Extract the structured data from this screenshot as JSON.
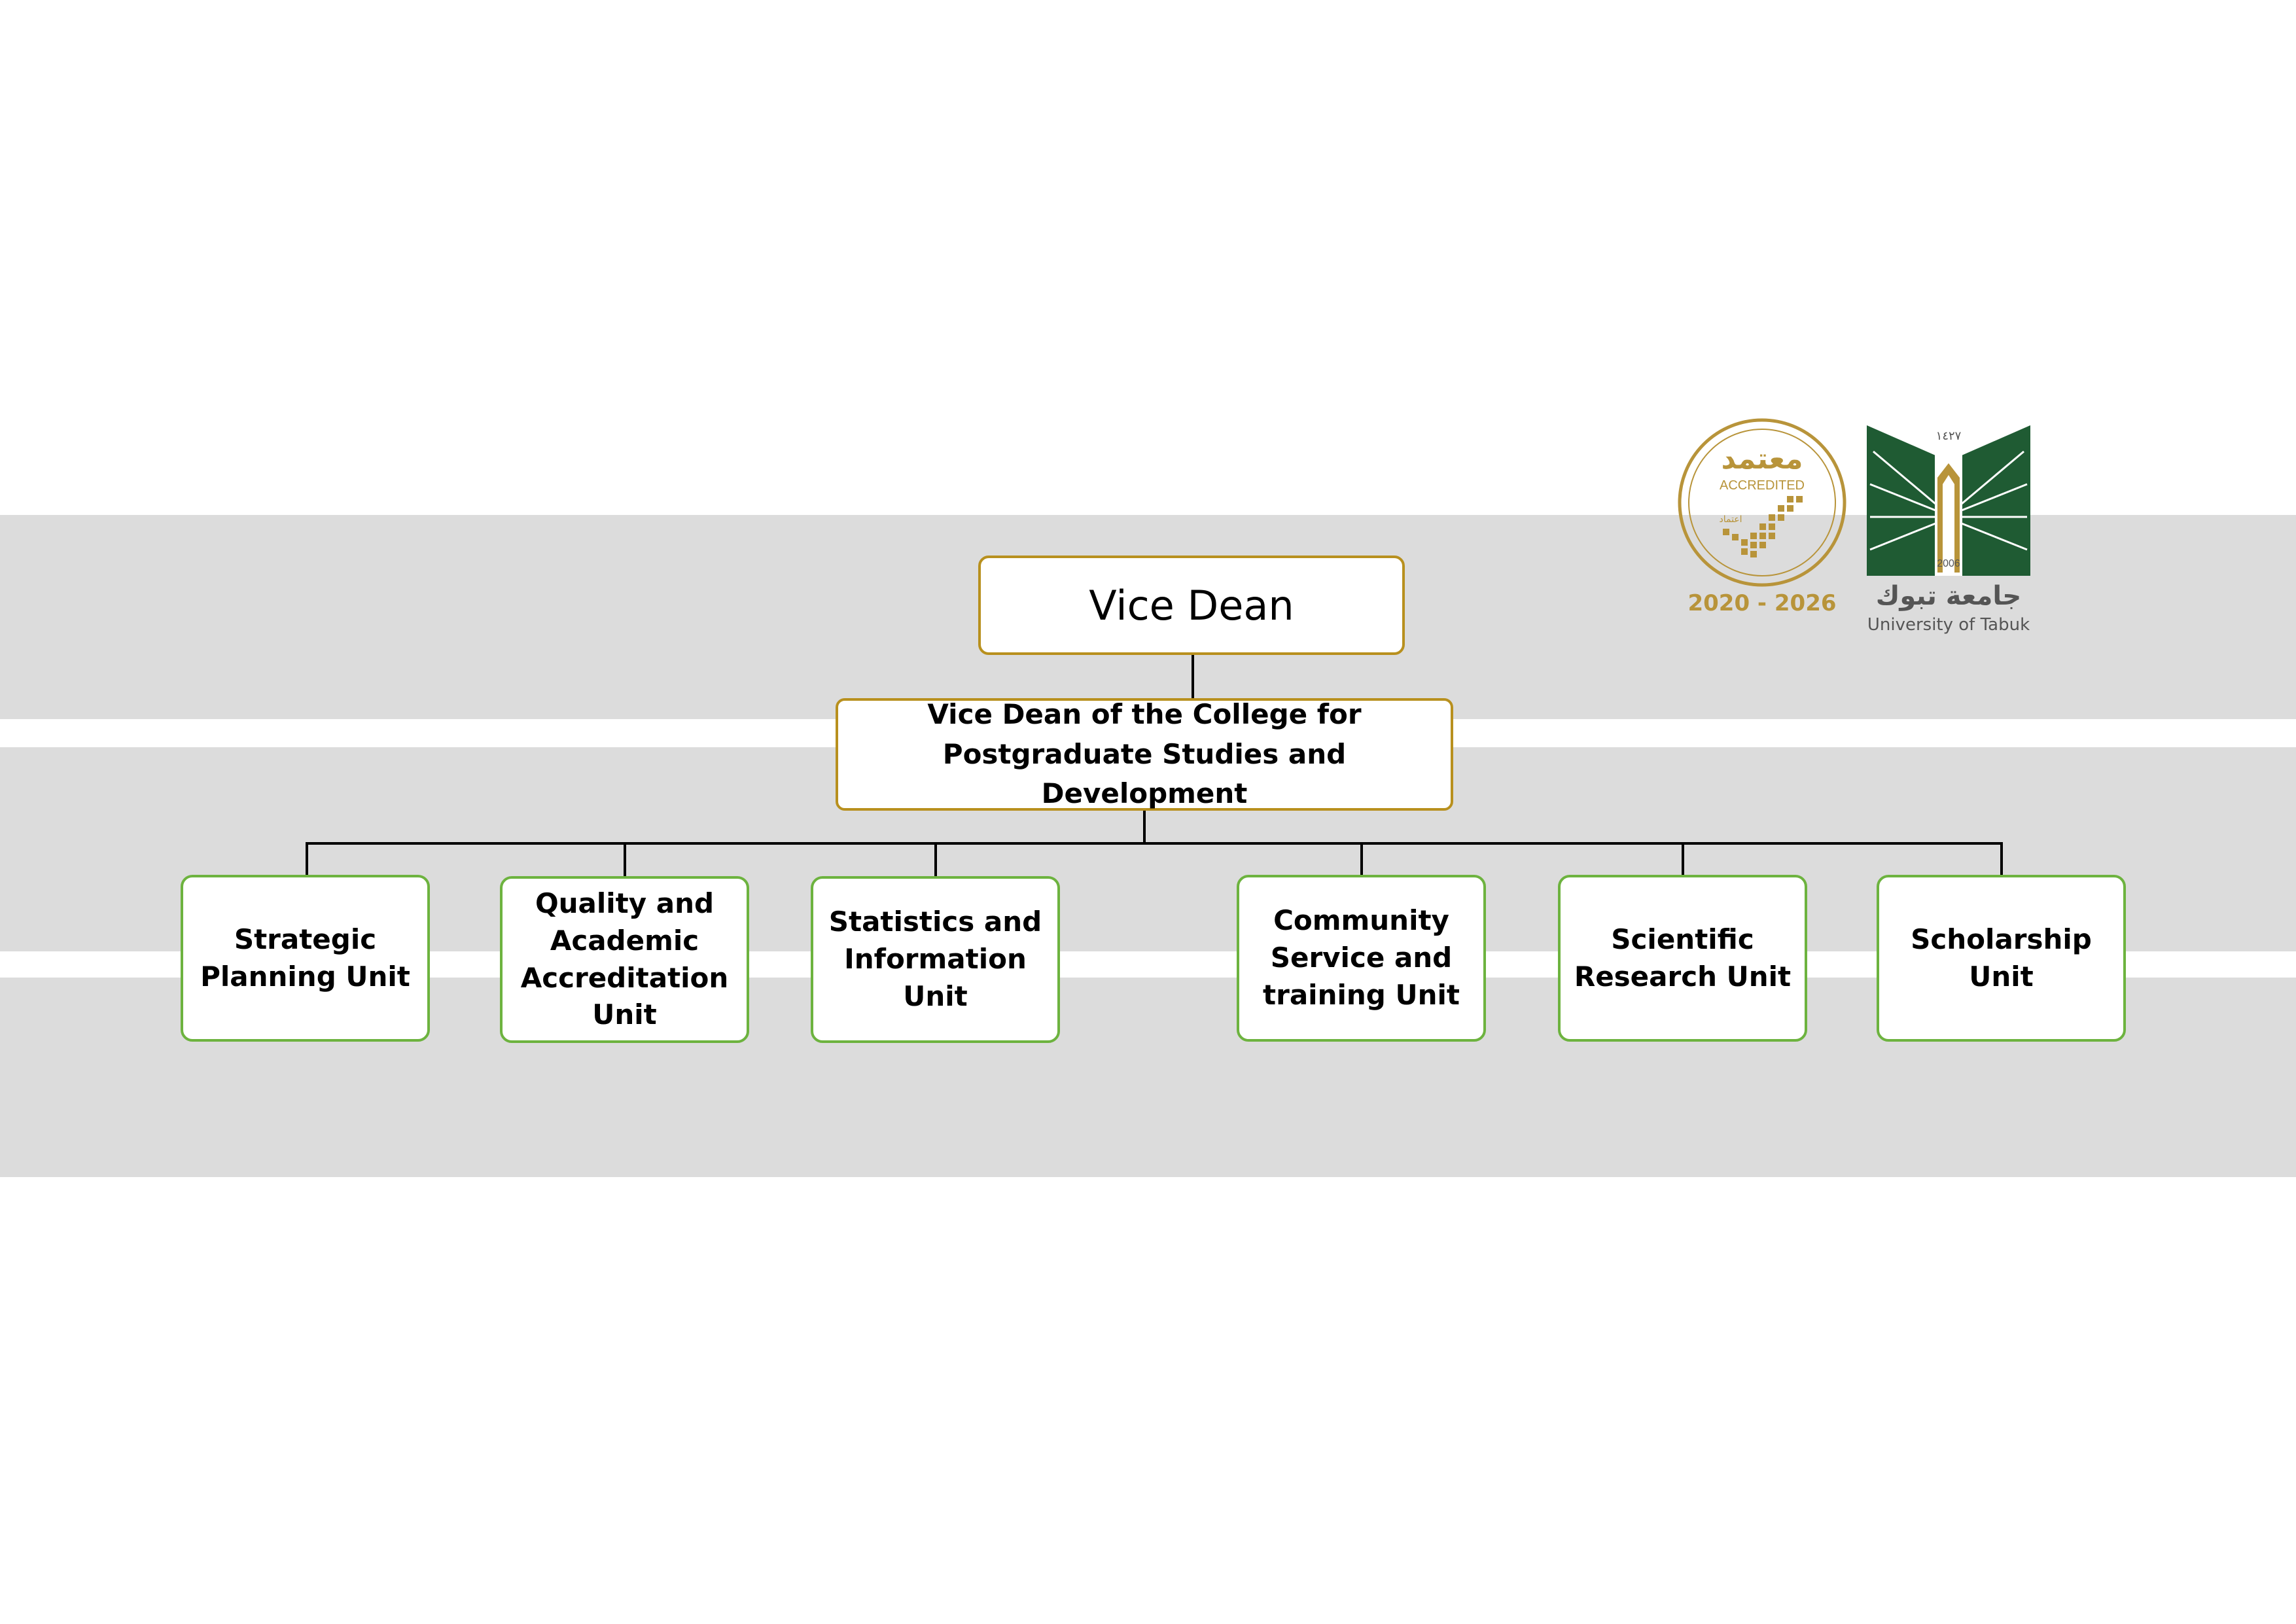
{
  "chart": {
    "top": "Vice Dean",
    "vice_dean_college": "Vice Dean of the College for Postgraduate Studies and Development",
    "units": [
      "Strategic Planning Unit",
      "Quality and Academic Accreditation Unit",
      "Statistics and Information Unit",
      "Community Service and training Unit",
      "Scientific Research Unit",
      "Scholarship Unit"
    ]
  },
  "accreditation_logo": {
    "arabic": "معتمد",
    "label": "ACCREDITED",
    "small_text": "اعتماد",
    "years": "2020 - 2026"
  },
  "university_logo": {
    "hijri_year": "١٤٢٧",
    "year": "2006",
    "arabic_name": "جامعة تبوك",
    "english_name": "University of Tabuk"
  },
  "colors": {
    "gold": "#b8901e",
    "green": "#6db33f",
    "band": "#dcdcdc",
    "university_green": "#1f5b33"
  }
}
